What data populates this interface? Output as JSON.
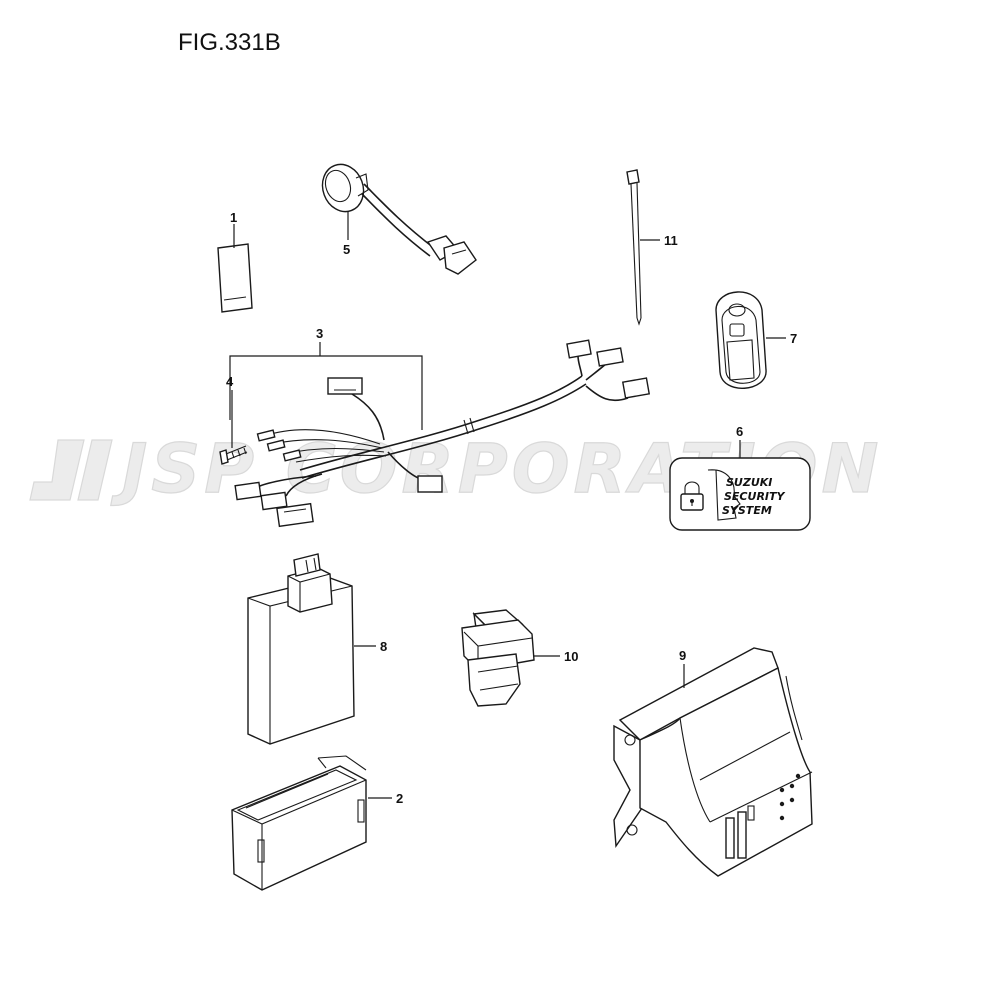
{
  "figure_title": "FIG.331B",
  "watermark": {
    "text": "JSP CORPORATION"
  },
  "security_label": {
    "line1": "SUZUKI",
    "line2": "SECURITY",
    "line3": "SYSTEM"
  },
  "parts": [
    {
      "number": "1",
      "name_icon": "label-card-icon"
    },
    {
      "number": "2",
      "name_icon": "case-icon"
    },
    {
      "number": "3",
      "name_icon": "wiring-harness-icon"
    },
    {
      "number": "4",
      "name_icon": "screw-icon"
    },
    {
      "number": "5",
      "name_icon": "security-label-icon"
    },
    {
      "number": "6",
      "name_icon": "control-unit-icon"
    },
    {
      "number": "7",
      "name_icon": "key-fob-icon"
    },
    {
      "number": "8",
      "name_icon": "bracket-icon"
    },
    {
      "number": "9",
      "name_icon": "antenna-icon"
    },
    {
      "number": "10",
      "name_icon": "switch-icon"
    },
    {
      "number": "11",
      "name_icon": "cable-tie-icon"
    }
  ]
}
